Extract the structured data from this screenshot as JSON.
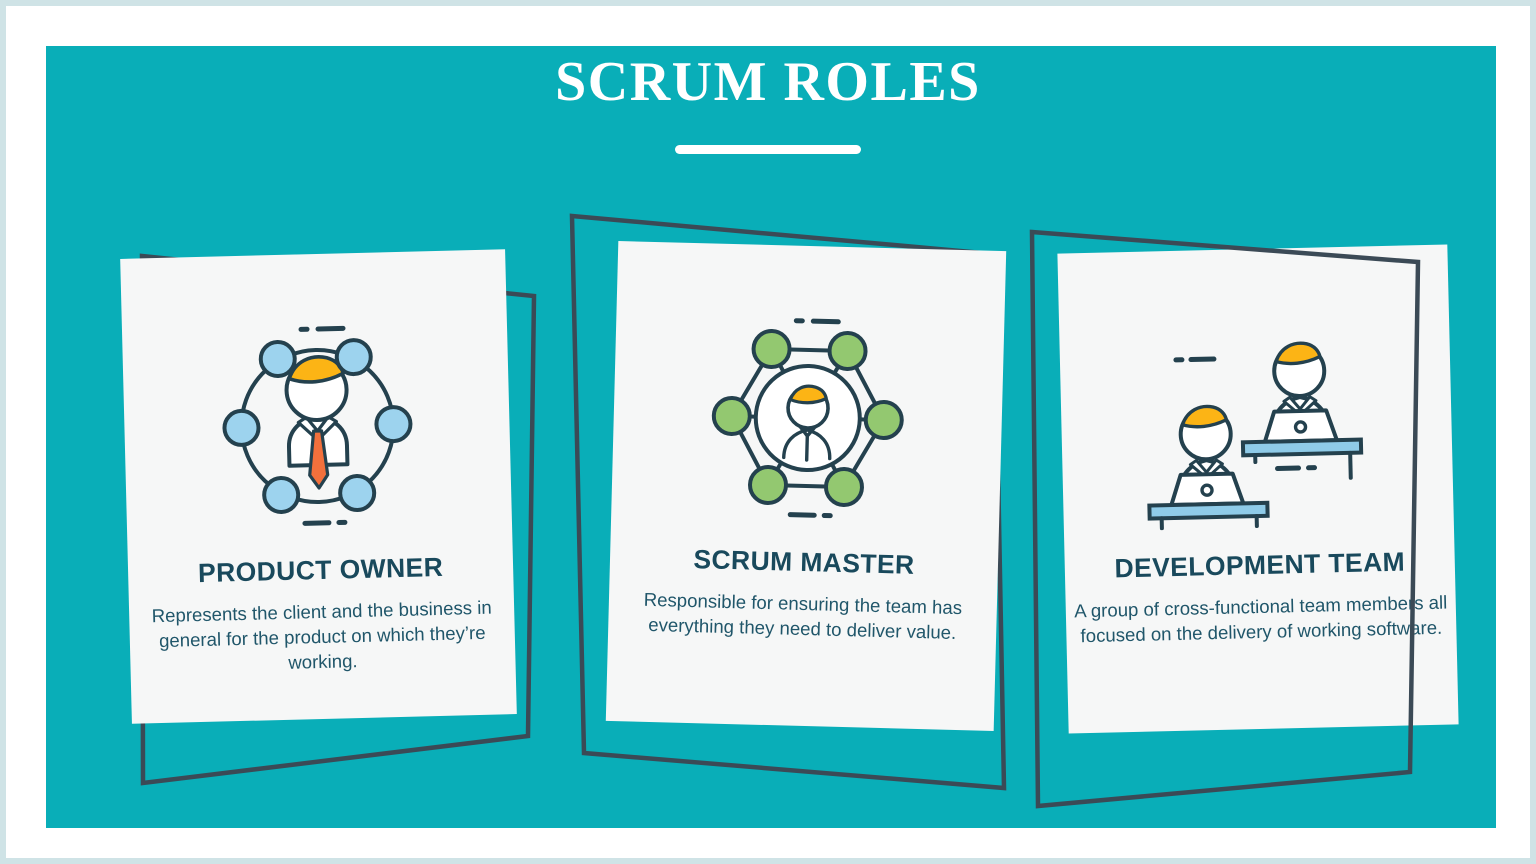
{
  "page": {
    "background_color": "#09aeb8",
    "outer_border_color": "#cfe3e6",
    "paper_color": "#f6f7f7",
    "frame_stroke_color": "#3b4a56",
    "heading_color": "#19495c",
    "body_text_color": "#20566a",
    "title_color": "#ffffff"
  },
  "header": {
    "title": "SCRUM ROLES"
  },
  "cards": [
    {
      "id": "product-owner",
      "heading": "PRODUCT OWNER",
      "description": "Represents the client and the business in general for the product on which they’re working.",
      "icon_name": "product-owner-network-person-icon",
      "icon_accent_color": "#9dd3ee",
      "icon_hair_color": "#fcb415",
      "icon_tie_color": "#f2703c",
      "icon_line_color": "#24414e"
    },
    {
      "id": "scrum-master",
      "heading": "SCRUM MASTER",
      "description": "Responsible for ensuring the team has everything they need to deliver value.",
      "icon_name": "scrum-master-hexagon-network-icon",
      "icon_accent_color": "#93c870",
      "icon_hair_color": "#fcb415",
      "icon_line_color": "#24414e"
    },
    {
      "id": "development-team",
      "heading": "DEVELOPMENT TEAM",
      "description": "A group of cross-functional team members all focused on the delivery of working software.",
      "icon_name": "development-team-two-people-laptops-icon",
      "icon_accent_color": "#8fcbe8",
      "icon_hair_color": "#fcb415",
      "icon_line_color": "#24414e"
    }
  ]
}
